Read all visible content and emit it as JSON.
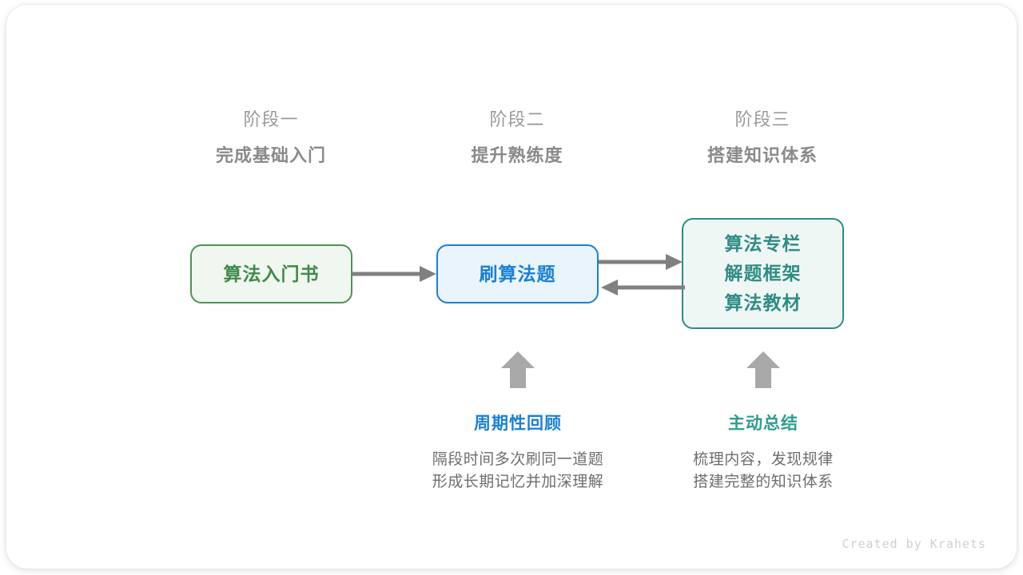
{
  "stages": [
    {
      "sub": "阶段一",
      "title": "完成基础入门"
    },
    {
      "sub": "阶段二",
      "title": "提升熟练度"
    },
    {
      "sub": "阶段三",
      "title": "搭建知识体系"
    }
  ],
  "nodes": {
    "book": {
      "label": "算法入门书",
      "border_color": "#4e9455",
      "fill_color": "#f0f7f0",
      "text_color": "#3f8a49"
    },
    "practice": {
      "label": "刷算法题",
      "border_color": "#1a80d4",
      "fill_color": "#e9f4fd",
      "text_color": "#1a80d4"
    },
    "resources": {
      "lines": [
        "算法专栏",
        "解题框架",
        "算法教材"
      ],
      "border_color": "#2f8c85",
      "fill_color": "#eff7f5",
      "text_color": "#2f8c85"
    }
  },
  "connectors": {
    "color": "#808080",
    "book_to_practice": "arrow-right",
    "practice_to_resources": "arrow-right",
    "resources_to_practice": "arrow-left",
    "review_up": "arrow-up",
    "summary_up": "arrow-up"
  },
  "annotations": [
    {
      "head": "周期性回顾",
      "color": "#1a80d4",
      "desc_lines": [
        "隔段时间多次刷同一道题",
        "形成长期记忆并加深理解"
      ]
    },
    {
      "head": "主动总结",
      "color": "#2f9c8e",
      "desc_lines": [
        "梳理内容，发现规律",
        "搭建完整的知识体系"
      ]
    }
  ],
  "credit": "Created by Krahets"
}
